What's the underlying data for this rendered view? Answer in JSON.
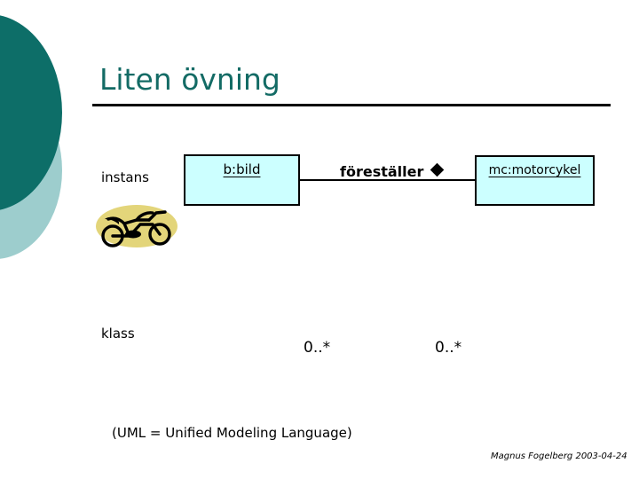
{
  "slide": {
    "title": "Liten övning",
    "title_color": "#136B65",
    "background": "#ffffff"
  },
  "decoration": {
    "circle_dark_color": "#0D6E68",
    "circle_light_color": "#9DCDCD",
    "motorcycle_ellipse_color": "#E3D57A",
    "motorcycle_line_color": "#000000"
  },
  "diagram": {
    "type": "uml-object-diagram",
    "box_fill": "#CCFFFF",
    "box_border": "#000000",
    "left_object": "b:bild",
    "right_object": "mc:motorcykel",
    "association_label": "föreställer",
    "association_marker": "filled-diamond",
    "multiplicity_left": "0..*",
    "multiplicity_right": "0..*"
  },
  "annotations": {
    "instans": "instans",
    "klass": "klass"
  },
  "footer": {
    "footnote": "(UML = Unified Modeling Language)",
    "credit": "Magnus Fogelberg 2003-04-24"
  }
}
